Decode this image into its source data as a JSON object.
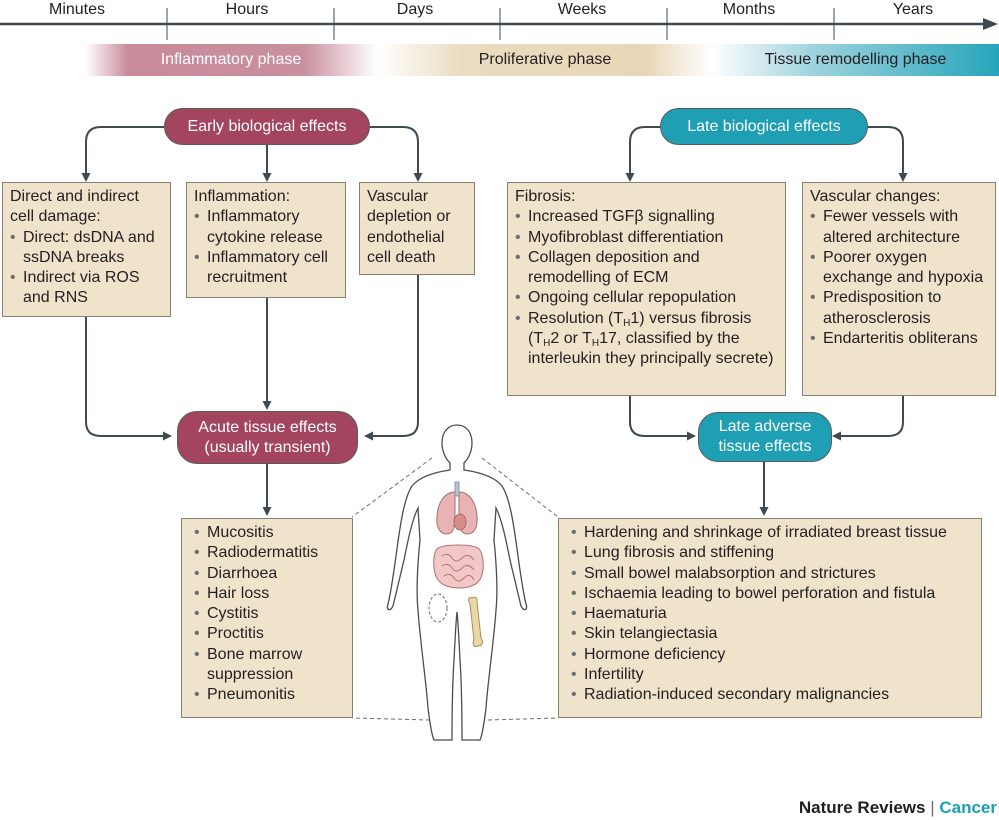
{
  "timeline": {
    "ticks": [
      "Minutes",
      "Hours",
      "Days",
      "Weeks",
      "Months",
      "Years"
    ]
  },
  "phases": {
    "inflammatory": "Inflammatory phase",
    "proliferative": "Proliferative phase",
    "remodelling": "Tissue remodelling phase"
  },
  "early": {
    "title": "Early biological effects",
    "damage_title": "Direct and indirect cell damage:",
    "damage_items": [
      "Direct: dsDNA and ssDNA breaks",
      "Indirect via ROS and RNS"
    ],
    "inflammation_title": "Inflammation:",
    "inflammation_items": [
      "Inflammatory cytokine release",
      "Inflammatory cell recruitment"
    ],
    "vascular": "Vascular depletion or endothelial cell death"
  },
  "acute": {
    "title": "Acute tissue effects (usually transient)",
    "items": [
      "Mucositis",
      "Radiodermatitis",
      "Diarrhoea",
      "Hair loss",
      "Cystitis",
      "Proctitis",
      "Bone marrow suppression",
      "Pneumonitis"
    ]
  },
  "late": {
    "title": "Late biological effects",
    "fibrosis_title": "Fibrosis:",
    "fibrosis_items": [
      "Increased TGFβ signalling",
      "Myofibroblast differentiation",
      "Collagen deposition and remodelling of ECM",
      "Ongoing cellular repopulation"
    ],
    "resolution": {
      "p1": "Resolution (T",
      "sub1": "H",
      "p2": "1) versus fibrosis (T",
      "sub2": "H",
      "p3": "2 or T",
      "sub3": "H",
      "p4": "17, classified by the interleukin they principally secrete)"
    },
    "vascular_title": "Vascular changes:",
    "vascular_items": [
      "Fewer vessels with altered architecture",
      "Poorer oxygen exchange and hypoxia",
      "Predisposition to atherosclerosis",
      "Endarteritis obliterans"
    ]
  },
  "late_adverse": {
    "title": "Late adverse tissue effects",
    "items": [
      "Hardening and shrinkage of irradiated breast tissue",
      "Lung fibrosis and stiffening",
      "Small bowel malabsorption and strictures",
      "Ischaemia leading to bowel perforation and fistula",
      "Haematuria",
      "Skin telangiectasia",
      "Hormone deficiency",
      "Infertility",
      "Radiation-induced secondary malignancies"
    ]
  },
  "footer": {
    "journal": "Nature Reviews",
    "sep": " | ",
    "section": "Cancer"
  },
  "colors": {
    "red": "#a3455f",
    "teal": "#1e9fb4",
    "box": "#efe3cc",
    "arrow": "#3f4a52"
  }
}
